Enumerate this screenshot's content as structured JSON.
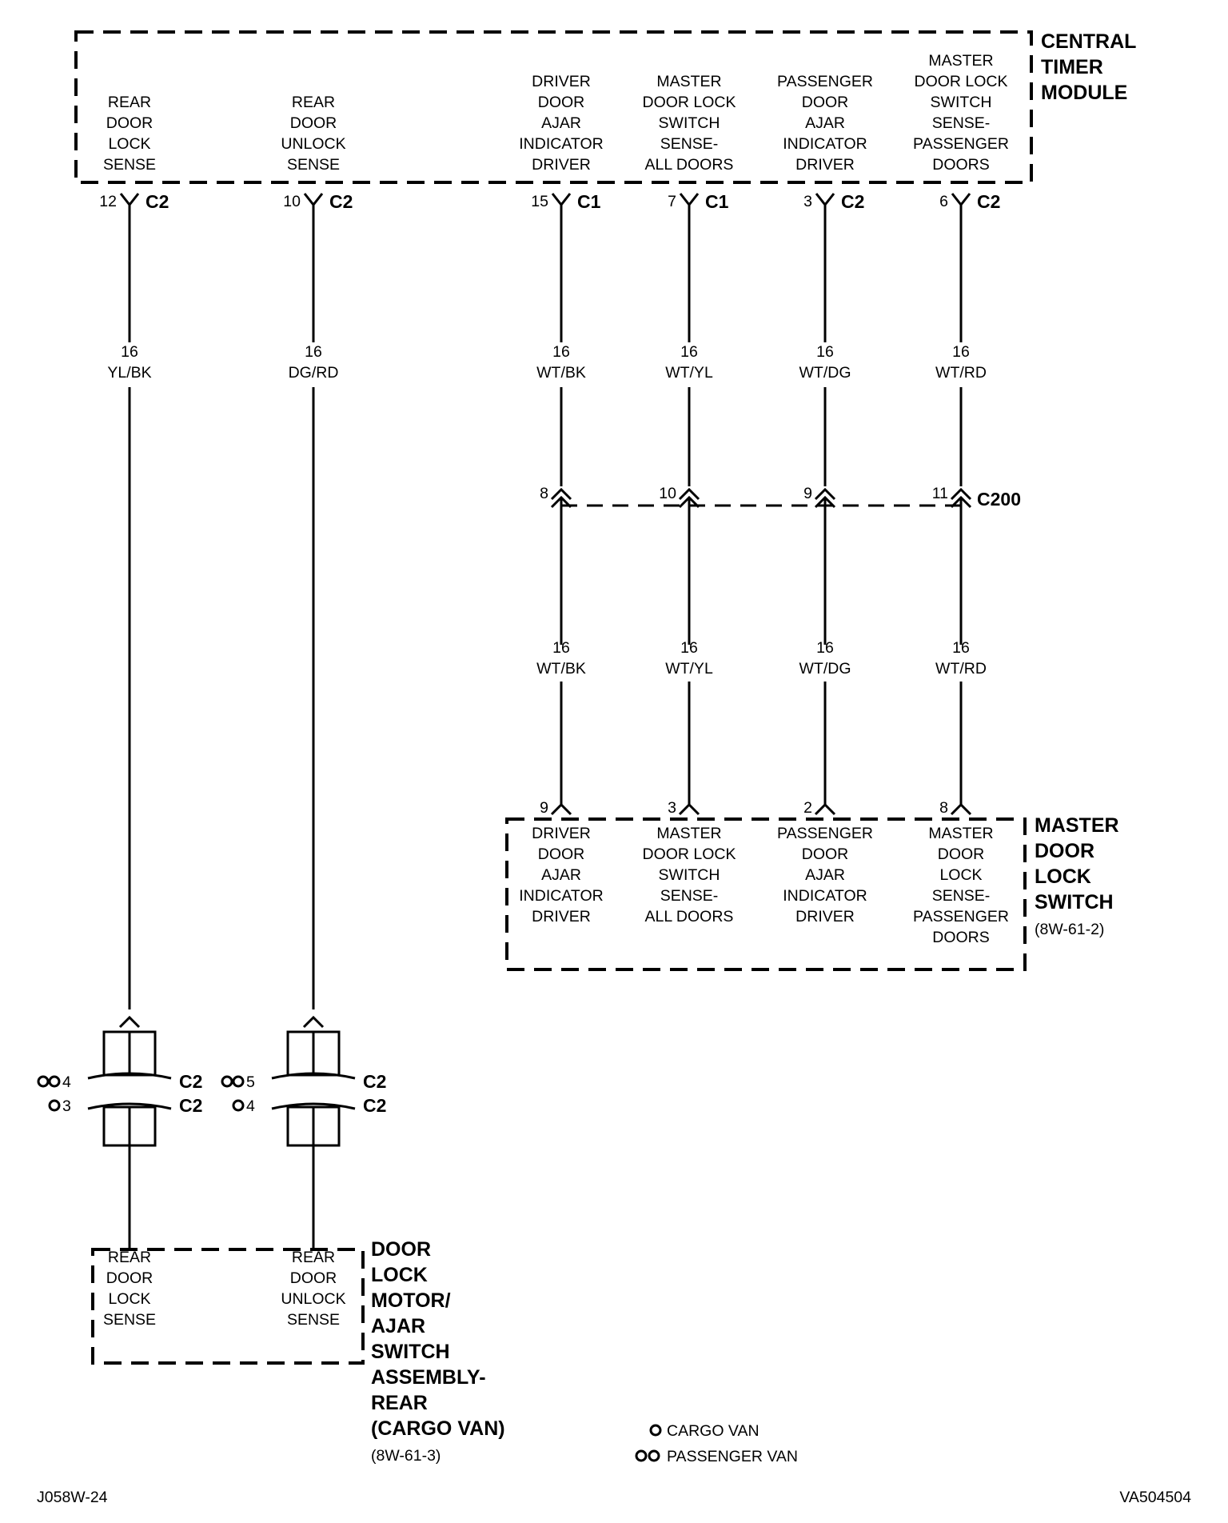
{
  "central_timer_module": {
    "title": [
      "CENTRAL",
      "TIMER",
      "MODULE"
    ],
    "pins": [
      {
        "label": [
          "REAR",
          "DOOR",
          "LOCK",
          "SENSE"
        ],
        "pin": "12",
        "connector": "C2",
        "gauge": "16",
        "color": "YL/BK"
      },
      {
        "label": [
          "REAR",
          "DOOR",
          "UNLOCK",
          "SENSE"
        ],
        "pin": "10",
        "connector": "C2",
        "gauge": "16",
        "color": "DG/RD"
      },
      {
        "label": [
          "DRIVER",
          "DOOR",
          "AJAR",
          "INDICATOR",
          "DRIVER"
        ],
        "pin": "15",
        "connector": "C1",
        "gauge": "16",
        "color": "WT/BK"
      },
      {
        "label": [
          "MASTER",
          "DOOR LOCK",
          "SWITCH",
          "SENSE-",
          "ALL DOORS"
        ],
        "pin": "7",
        "connector": "C1",
        "gauge": "16",
        "color": "WT/YL"
      },
      {
        "label": [
          "PASSENGER",
          "DOOR",
          "AJAR",
          "INDICATOR",
          "DRIVER"
        ],
        "pin": "3",
        "connector": "C2",
        "gauge": "16",
        "color": "WT/DG"
      },
      {
        "label": [
          "MASTER",
          "DOOR LOCK",
          "SWITCH",
          "SENSE-",
          "PASSENGER",
          "DOORS"
        ],
        "pin": "6",
        "connector": "C2",
        "gauge": "16",
        "color": "WT/RD"
      }
    ]
  },
  "c200": {
    "name": "C200",
    "pins": [
      "8",
      "10",
      "9",
      "11"
    ]
  },
  "lower_wires": [
    {
      "gauge": "16",
      "color": "WT/BK"
    },
    {
      "gauge": "16",
      "color": "WT/YL"
    },
    {
      "gauge": "16",
      "color": "WT/DG"
    },
    {
      "gauge": "16",
      "color": "WT/RD"
    }
  ],
  "master_door_lock_switch": {
    "title": [
      "MASTER",
      "DOOR",
      "LOCK",
      "SWITCH"
    ],
    "ref": "(8W-61-2)",
    "pins": [
      {
        "pin": "9",
        "label": [
          "DRIVER",
          "DOOR",
          "AJAR",
          "INDICATOR",
          "DRIVER"
        ]
      },
      {
        "pin": "3",
        "label": [
          "MASTER",
          "DOOR LOCK",
          "SWITCH",
          "SENSE-",
          "ALL DOORS"
        ]
      },
      {
        "pin": "2",
        "label": [
          "PASSENGER",
          "DOOR",
          "AJAR",
          "INDICATOR",
          "DRIVER"
        ]
      },
      {
        "pin": "8",
        "label": [
          "MASTER",
          "DOOR",
          "LOCK",
          "SENSE-",
          "PASSENGER",
          "DOORS"
        ]
      }
    ]
  },
  "inline_connectors": [
    {
      "top_pin": "4",
      "top_connector": "C2",
      "bottom_pin": "3",
      "bottom_connector": "C2"
    },
    {
      "top_pin": "5",
      "top_connector": "C2",
      "bottom_pin": "4",
      "bottom_connector": "C2"
    }
  ],
  "door_lock_motor": {
    "title": [
      "DOOR",
      "LOCK",
      "MOTOR/",
      "AJAR",
      "SWITCH",
      "ASSEMBLY-",
      "REAR",
      "(CARGO VAN)"
    ],
    "ref": "(8W-61-3)",
    "pins": [
      {
        "label": [
          "REAR",
          "DOOR",
          "LOCK",
          "SENSE"
        ]
      },
      {
        "label": [
          "REAR",
          "DOOR",
          "UNLOCK",
          "SENSE"
        ]
      }
    ]
  },
  "legend": [
    {
      "symbol": "single-circle",
      "text": "CARGO VAN"
    },
    {
      "symbol": "double-circle",
      "text": "PASSENGER VAN"
    }
  ],
  "footer": {
    "left": "J058W-24",
    "right": "VA504504"
  }
}
